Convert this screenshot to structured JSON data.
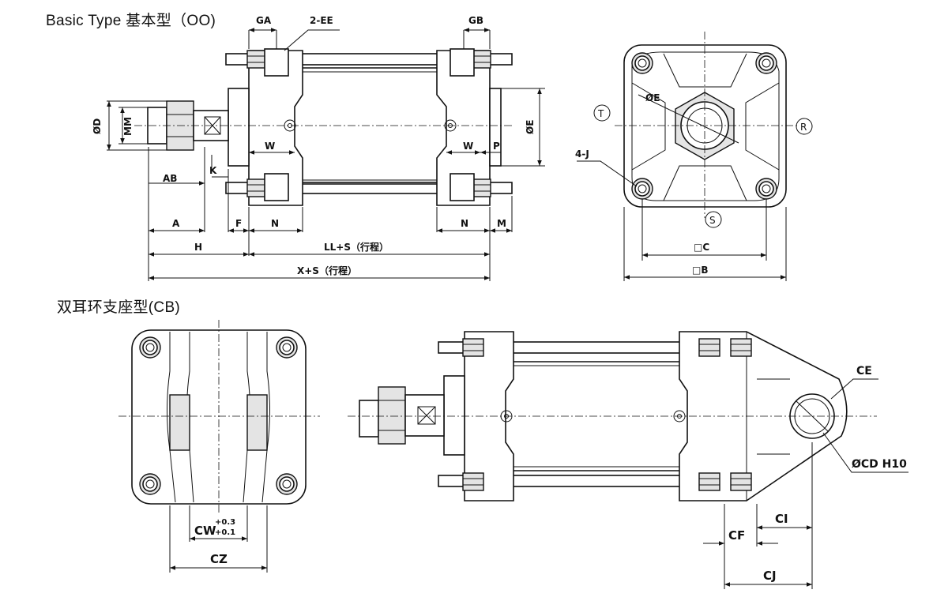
{
  "titles": {
    "basic": "Basic Type 基本型（OO)",
    "cb": "双耳环支座型(CB)"
  },
  "labels": {
    "GA": "GA",
    "EE": "2-EE",
    "GB": "GB",
    "OD": "ØD",
    "MM": "MM",
    "OE_side": "ØE",
    "W1": "W",
    "W2": "W",
    "P": "P",
    "K": "K",
    "AB": "AB",
    "A": "A",
    "F": "F",
    "N1": "N",
    "N2": "N",
    "M": "M",
    "H": "H",
    "LL": "LL+S（行程）",
    "X": "X+S（行程）",
    "T": "T",
    "R": "R",
    "S": "S",
    "OE_front": "ØE",
    "J": "4-J",
    "C": "□C",
    "B": "□B",
    "CW": "CW",
    "CW_tol_upper": "+0.3",
    "CW_tol_lower": "+0.1",
    "CZ": "CZ",
    "CE": "CE",
    "CD": "ØCD H10",
    "CI": "CI",
    "CF": "CF",
    "CJ": "CJ"
  }
}
